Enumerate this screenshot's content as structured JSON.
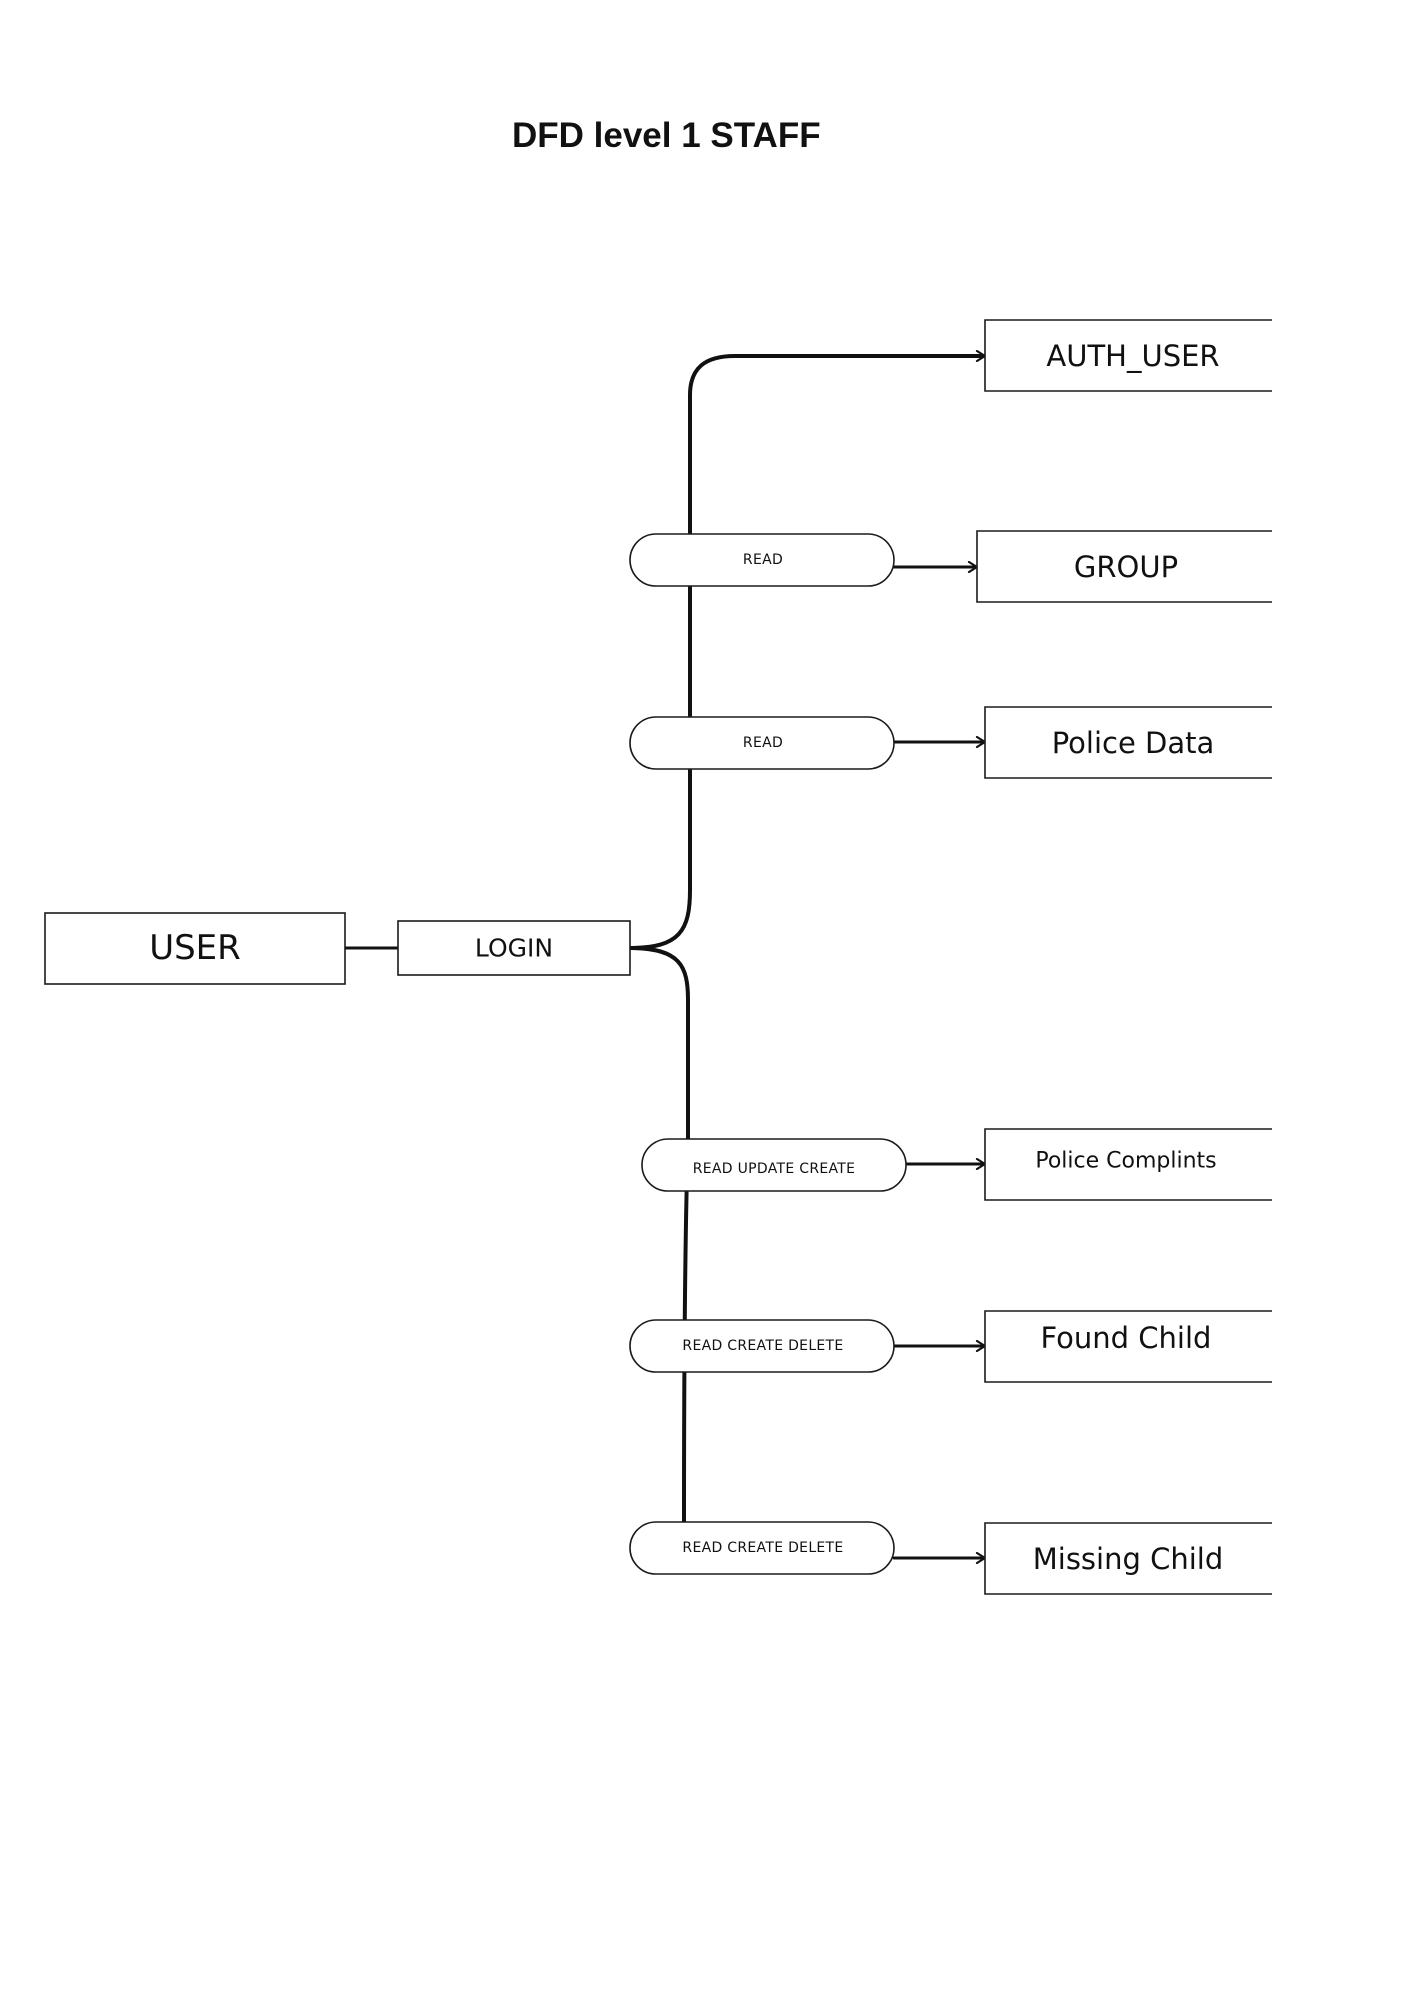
{
  "title": "DFD level 1 STAFF",
  "external_entity": {
    "label": "USER"
  },
  "login_process": {
    "label": "LOGIN"
  },
  "processes": [
    {
      "id": "read-group",
      "label": "READ"
    },
    {
      "id": "read-police-data",
      "label": "READ"
    },
    {
      "id": "read-update-create-complaints",
      "label": "READ UPDATE CREATE"
    },
    {
      "id": "read-create-delete-found",
      "label": "READ CREATE DELETE"
    },
    {
      "id": "read-create-delete-missing",
      "label": "READ CREATE DELETE"
    }
  ],
  "data_stores": [
    {
      "id": "auth-user",
      "label": "AUTH_USER"
    },
    {
      "id": "group",
      "label": "GROUP"
    },
    {
      "id": "police-data",
      "label": "Police Data"
    },
    {
      "id": "police-complaints",
      "label": "Police Complints"
    },
    {
      "id": "found-child",
      "label": "Found Child"
    },
    {
      "id": "missing-child",
      "label": "Missing Child"
    }
  ]
}
